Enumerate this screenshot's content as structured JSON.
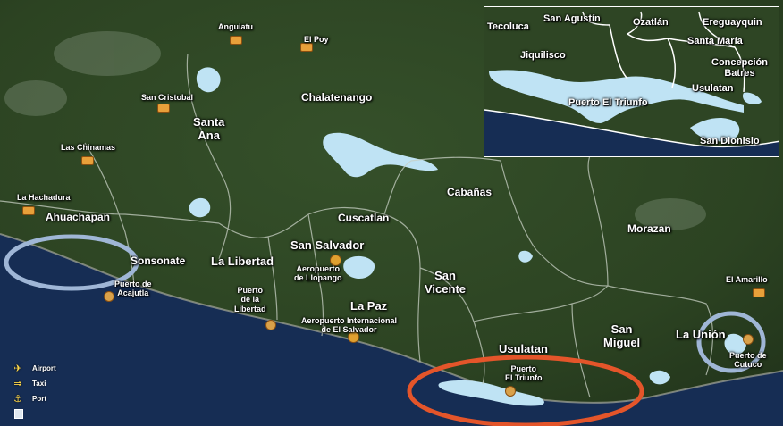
{
  "colors": {
    "land": "#2e4524",
    "ocean": "#162d54",
    "water": "#bfe3f4",
    "boundary": "#c8d0c4",
    "highlight_blue": "#9fb6d6",
    "highlight_orange": "#e4552a"
  },
  "departments": [
    {
      "name": "Santa\nAna"
    },
    {
      "name": "Chalatenango"
    },
    {
      "name": "Ahuachapan"
    },
    {
      "name": "Sonsonate"
    },
    {
      "name": "La Libertad"
    },
    {
      "name": "Cuscatlan"
    },
    {
      "name": "San Salvador"
    },
    {
      "name": "Cabañas"
    },
    {
      "name": "San\nVicente"
    },
    {
      "name": "La Paz"
    },
    {
      "name": "Morazan"
    },
    {
      "name": "Usulatan"
    },
    {
      "name": "San\nMiguel"
    },
    {
      "name": "La Unión"
    }
  ],
  "places": [
    {
      "name": "Anguiatu"
    },
    {
      "name": "El Poy"
    },
    {
      "name": "San Cristobal"
    },
    {
      "name": "Las Chinamas"
    },
    {
      "name": "La Hachadura"
    },
    {
      "name": "Puerto de\nAcajutla"
    },
    {
      "name": "Puerto\nde la\nLibertad"
    },
    {
      "name": "Aeropuerto\nde Llopango"
    },
    {
      "name": "Aeropuerto Internacional\nde El Salvador"
    },
    {
      "name": "Puerto\nEl Triunfo"
    },
    {
      "name": "El Amarillo"
    },
    {
      "name": "Puerto de\nCutuco"
    }
  ],
  "inset_labels": [
    {
      "name": "Tecoluca"
    },
    {
      "name": "San Agustín"
    },
    {
      "name": "Ozatlán"
    },
    {
      "name": "Ereguayquin"
    },
    {
      "name": "Santa María"
    },
    {
      "name": "Jiquilisco"
    },
    {
      "name": "Concepción\nBatres"
    },
    {
      "name": "Usulatan"
    },
    {
      "name": "Puerto El Triunfo"
    },
    {
      "name": "San Dionisio"
    }
  ],
  "legend": [
    {
      "icon": "airport-icon",
      "label": "Airport"
    },
    {
      "icon": "taxi-icon",
      "label": "Taxi"
    },
    {
      "icon": "port-icon",
      "label": "Port"
    },
    {
      "icon": "sea-icon",
      "label": ""
    }
  ]
}
